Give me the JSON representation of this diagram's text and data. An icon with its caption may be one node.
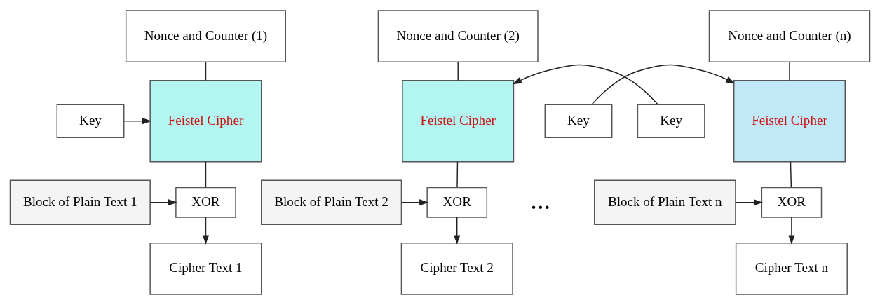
{
  "diagram": {
    "nodes": [
      {
        "text": [
          "Nonce and Counter (1)"
        ]
      },
      {
        "text": [
          "Key"
        ]
      },
      {
        "text": [
          "Feistel Cipher"
        ]
      },
      {
        "text": [
          "Block of Plain Text 1"
        ]
      },
      {
        "text": [
          "XOR"
        ]
      },
      {
        "text": [
          "Cipher Text 1"
        ]
      },
      {
        "text": [
          "Nonce and Counter (2)"
        ]
      },
      {
        "text": [
          "Key"
        ]
      },
      {
        "text": [
          "Feistel Cipher"
        ]
      },
      {
        "text": [
          "Block of Plain Text 2"
        ]
      },
      {
        "text": [
          "XOR"
        ]
      },
      {
        "text": [
          "Cipher Text 2"
        ]
      },
      {
        "text": [
          "Nonce and Counter (n)"
        ]
      },
      {
        "text": [
          "Key"
        ]
      },
      {
        "text": [
          "Feistel Cipher"
        ]
      },
      {
        "text": [
          "Block of Plain Text n"
        ]
      },
      {
        "text": [
          "XOR"
        ]
      },
      {
        "text": [
          "Cipher Text n"
        ]
      }
    ],
    "edges": [
      {
        "from": 0,
        "to": 2,
        "arrow": "none"
      },
      {
        "from": 1,
        "to": 2,
        "arrow": "to"
      },
      {
        "from": 2,
        "to": 4,
        "arrow": "none"
      },
      {
        "from": 3,
        "to": 4,
        "arrow": "to"
      },
      {
        "from": 4,
        "to": 5,
        "arrow": "to"
      },
      {
        "from": 6,
        "to": 8,
        "arrow": "none"
      },
      {
        "from": 7,
        "to": 8,
        "arrow": "to"
      },
      {
        "from": 8,
        "to": 10,
        "arrow": "none"
      },
      {
        "from": 9,
        "to": 10,
        "arrow": "to"
      },
      {
        "from": 10,
        "to": 11,
        "arrow": "to"
      },
      {
        "from": 12,
        "to": 14,
        "arrow": "none"
      },
      {
        "from": 13,
        "to": 14,
        "arrow": "to"
      },
      {
        "from": 14,
        "to": 16,
        "arrow": "none"
      },
      {
        "from": 15,
        "to": 16,
        "arrow": "to"
      },
      {
        "from": 16,
        "to": 17,
        "arrow": "to"
      }
    ],
    "labels": [
      "..."
    ]
  }
}
